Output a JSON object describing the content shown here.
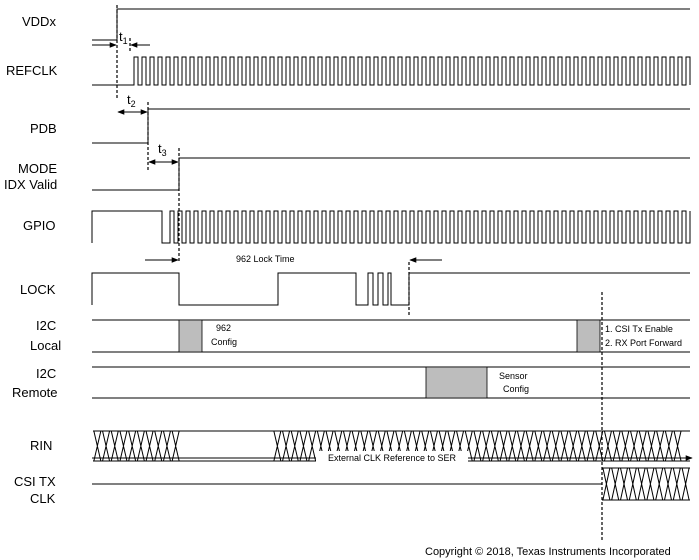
{
  "signals": {
    "vddx": "VDDx",
    "refclk": "REFCLK",
    "pdb": "PDB",
    "mode_line1": "MODE",
    "mode_line2": "IDX Valid",
    "gpio": "GPIO",
    "lock": "LOCK",
    "i2c_local_line1": "I2C",
    "i2c_local_line2": "Local",
    "i2c_remote_line1": "I2C",
    "i2c_remote_line2": "Remote",
    "rin": "RIN",
    "csi_line1": "CSI TX",
    "csi_line2": "CLK"
  },
  "timing": {
    "t1_base": "t",
    "t1_sub": "1",
    "t2_base": "t",
    "t2_sub": "2",
    "t3_base": "t",
    "t3_sub": "3",
    "lock_time": "962 Lock Time"
  },
  "annotations": {
    "config_line1": "962",
    "config_line2": "Config",
    "sensor_line1": "Sensor",
    "sensor_line2": "Config",
    "csi_enable": "1. CSI Tx Enable",
    "rx_forward": "2. RX Port Forward",
    "ext_clk": "External CLK Reference to SER"
  },
  "footer": {
    "copyright": "Copyright © 2018, Texas Instruments Incorporated"
  }
}
